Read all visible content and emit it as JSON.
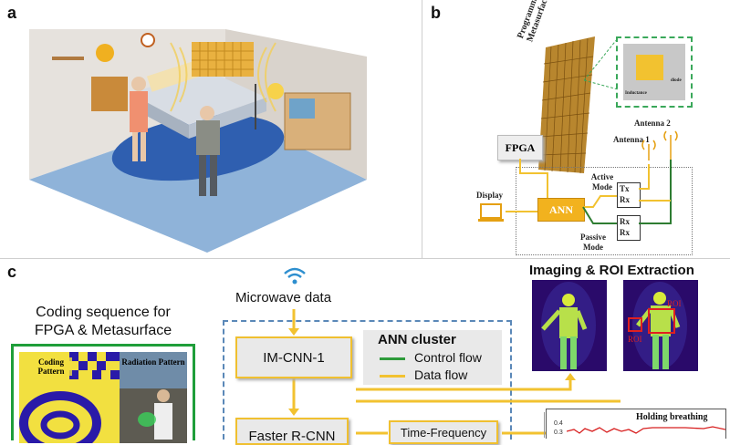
{
  "panels": {
    "a": "a",
    "b": "b",
    "c": "c"
  },
  "panel_b": {
    "metasurface_label": "Programmable Metasurface",
    "fpga": "FPGA",
    "ann": "ANN",
    "display": "Display",
    "active_mode": "Active Mode",
    "passive_mode": "Passive Mode",
    "antenna1": "Antenna 1",
    "antenna2": "Antenna 2",
    "tx": "Tx",
    "rx": "Rx",
    "inset_inductance": "Inductance",
    "inset_diode": "diode"
  },
  "panel_c": {
    "microwave": "Microwave data",
    "coding_title": "Coding sequence for FPGA & Metasurface",
    "coding_pattern": "Coding Pattern",
    "radiation_pattern": "Radiation Pattern",
    "im_cnn": "IM-CNN-1",
    "faster_rcnn": "Faster R-CNN",
    "tf": "Time-Frequency",
    "ann_cluster": "ANN cluster",
    "control_flow": "Control flow",
    "data_flow": "Data flow",
    "imaging_title": "Imaging & ROI Extraction",
    "roi": "ROI",
    "holding": "Holding breathing",
    "axis_tick": "0.4",
    "axis_tick2": "0.3"
  },
  "colors": {
    "control": "#2e9b3a",
    "data": "#f0c030",
    "frame": "#1f9e3a",
    "dashed": "#5a88b8"
  }
}
